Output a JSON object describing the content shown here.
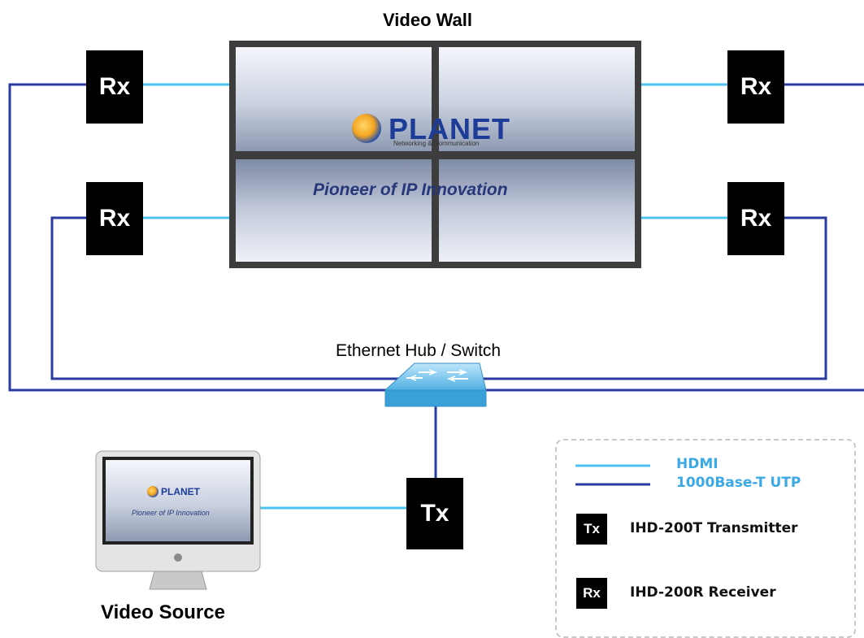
{
  "title": "Video Wall",
  "switch_label": "Ethernet Hub / Switch",
  "source_label": "Video Source",
  "rx_label": "Rx",
  "tx_label": "Tx",
  "wall": {
    "brand": "PLANET",
    "brand_sub": "Networking & Communication",
    "slogan": "Pioneer of IP Innovation"
  },
  "monitor": {
    "brand": "PLANET",
    "slogan": "Pioneer of IP Innovation"
  },
  "legend": {
    "hdmi": "HDMI",
    "utp": "1000Base-T UTP",
    "tx_code": "Tx",
    "tx_desc": "IHD-200T Transmitter",
    "rx_code": "Rx",
    "rx_desc": "IHD-200R Receiver"
  },
  "colors": {
    "hdmi": "#4cc3ef",
    "utp": "#2b3aa0",
    "legend_text": "#3aa9e6",
    "box": "#000000"
  }
}
